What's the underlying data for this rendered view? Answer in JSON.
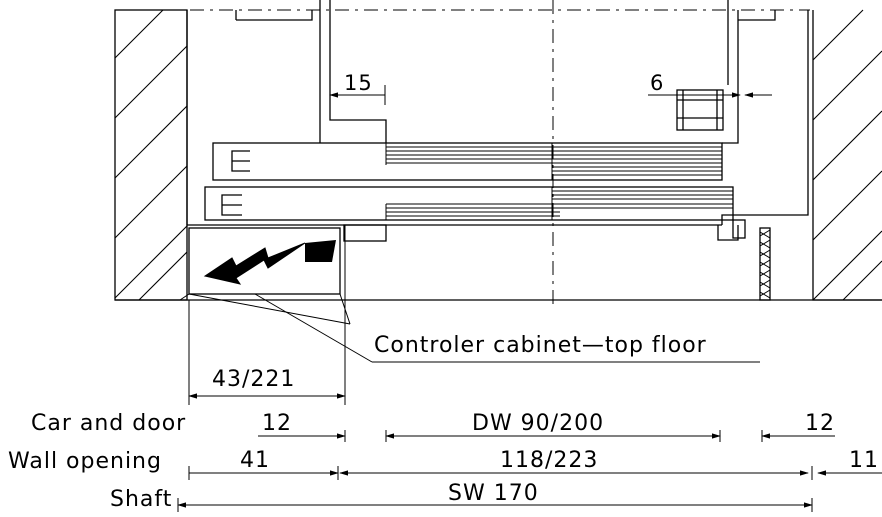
{
  "labels": {
    "gap_left": "15",
    "gap_right": "6",
    "callout": "Controler cabinet—top floor",
    "cabinet_width": "43/221"
  },
  "rows": {
    "car_and_door": {
      "label": "Car and door",
      "left": "12",
      "center": "DW 90/200",
      "right": "12"
    },
    "wall_opening": {
      "label": "Wall opening",
      "left": "41",
      "center": "118/223",
      "right": "11"
    },
    "shaft": {
      "label": "Shaft",
      "center": "SW 170"
    }
  },
  "colors": {
    "line": "#000000",
    "background": "#ffffff"
  }
}
